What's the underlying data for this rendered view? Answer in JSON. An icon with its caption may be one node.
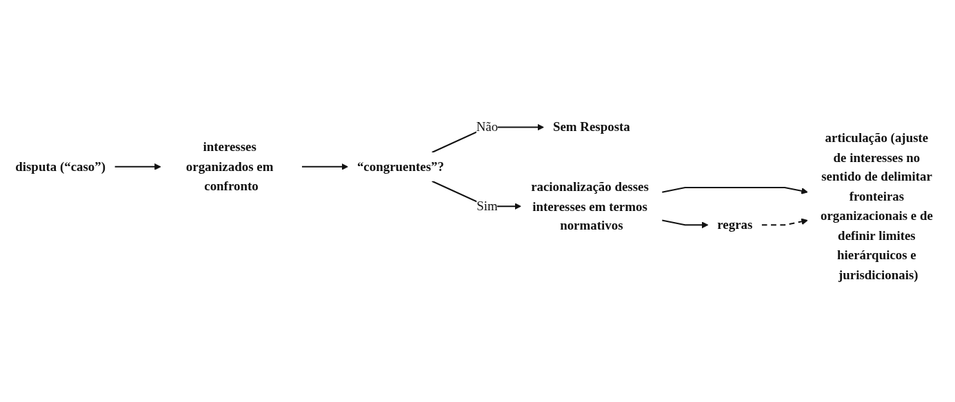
{
  "diagram": {
    "nodes": [
      {
        "text": [
          "disputa (“caso”)"
        ]
      },
      {
        "text": [
          "interesses organizados em confronto"
        ]
      },
      {
        "text": [
          "“congruentes”?"
        ]
      },
      {
        "text": [
          "Sem Resposta"
        ]
      },
      {
        "text": [
          "racionalização desses interesses em termos normativos"
        ]
      },
      {
        "text": [
          "articulação (ajuste de interesses no sentido de delimitar fronteiras organizacionais e de definir limites hierárquicos e jurisdicionais)"
        ]
      },
      {
        "text": [
          "regras"
        ]
      }
    ],
    "edges": [
      {
        "from": 0,
        "to": 1,
        "arrow": "to"
      },
      {
        "from": 1,
        "to": 2,
        "arrow": "to"
      },
      {
        "from": 2,
        "to": 3,
        "arrow": "to",
        "label": "Não"
      },
      {
        "from": 2,
        "to": 4,
        "arrow": "to",
        "label": "Sim"
      },
      {
        "from": 4,
        "to": 5,
        "arrow": "to"
      },
      {
        "from": 4,
        "to": 6,
        "arrow": "to"
      },
      {
        "from": 6,
        "to": 5,
        "arrow": "to",
        "style": "dashed"
      }
    ]
  }
}
